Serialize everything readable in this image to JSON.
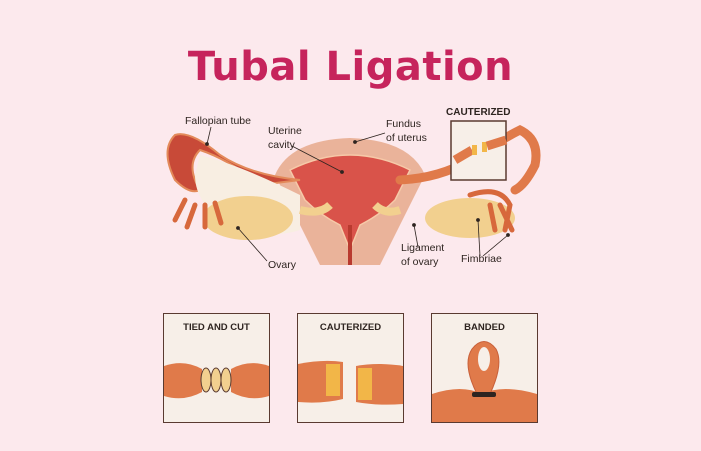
{
  "title": "Tubal Ligation",
  "labels": {
    "fallopian_tube": "Fallopian tube",
    "uterine_cavity_1": "Uterine",
    "uterine_cavity_2": "cavity",
    "fundus_1": "Fundus",
    "fundus_2": "of uterus",
    "ovary": "Ovary",
    "ligament_1": "Ligament",
    "ligament_2": "of ovary",
    "fimbriae": "Fimbriae",
    "inset_caption": "CAUTERIZED"
  },
  "panels": [
    {
      "title": "TIED AND CUT"
    },
    {
      "title": "CAUTERIZED"
    },
    {
      "title": "BANDED"
    }
  ],
  "colors": {
    "background": "#fce9ed",
    "title": "#c6245c",
    "tube": "#e07a4a",
    "cavity": "#d9534a",
    "ovary": "#f2d08f"
  }
}
